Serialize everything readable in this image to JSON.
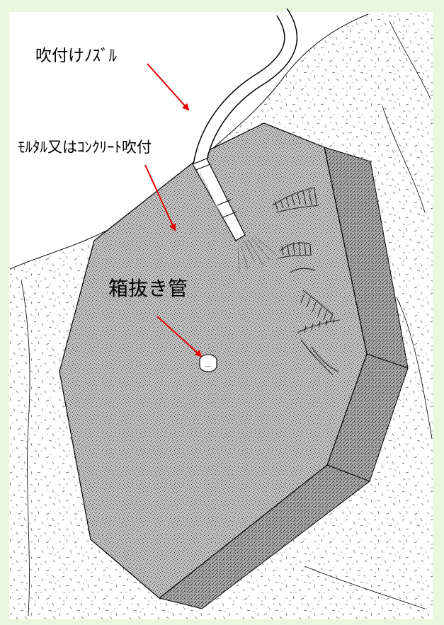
{
  "labels": {
    "nozzle": "吹付けﾉｽﾞﾙ",
    "mortar": "ﾓﾙﾀﾙ又はｺﾝｸﾘｰﾄ吹付",
    "box_pipe": "箱抜き管"
  },
  "colors": {
    "page_background": "#e9f8dc",
    "canvas": "#ffffff",
    "arrow": "#e60000",
    "line": "#000000",
    "concrete_fill": "#bdbdbd",
    "speckle": "#444444"
  }
}
